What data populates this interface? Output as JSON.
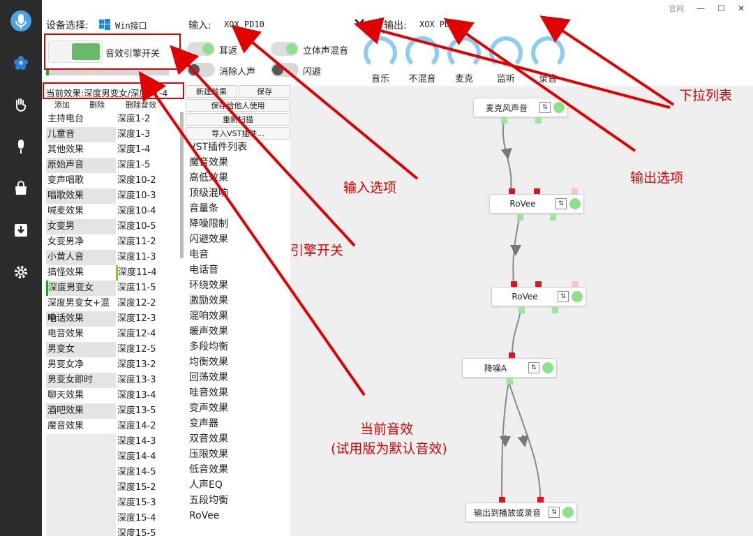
{
  "window": {
    "official_label": "官网",
    "minimize": "—",
    "maximize": "☐",
    "close": "✕"
  },
  "device": {
    "label": "设备选择:",
    "value": "Win接口"
  },
  "input": {
    "label": "输入:",
    "value": "XOX PD10"
  },
  "output": {
    "label": "输出:",
    "value": "XOX PD10"
  },
  "engine": {
    "label": "音效引擎开关"
  },
  "toggles": {
    "monitor": "耳返",
    "stereo_mix": "立体声混音",
    "remove_vocal": "消除人声",
    "ducking": "闪避"
  },
  "dials": [
    "音乐",
    "不混音",
    "麦克",
    "监听",
    "录音"
  ],
  "current": {
    "label": "当前效果:深度男变女/深度11-4"
  },
  "preset_buttons": {
    "add": "添加",
    "delete": "删除",
    "delete_effect": "删除音效"
  },
  "effect_buttons": {
    "new_effect": "新建效果",
    "save": "保存",
    "save_for_others": "保存给他人使用",
    "rescan": "重新扫描",
    "import_vst": "导入VST插件..."
  },
  "categories": [
    "主持电台",
    "儿童音",
    "其他效果",
    "原始声音",
    "变声唱歌",
    "唱歌效果",
    "喊麦效果",
    "女变男",
    "女变男净",
    "小黄人音",
    "搞怪效果",
    "深度男变女",
    "深度男变女+混响",
    "电话效果",
    "电音效果",
    "男变女",
    "男变女净",
    "男变女即时",
    "聊天效果",
    "酒吧效果",
    "魔音效果"
  ],
  "presets": [
    "深度1-2",
    "深度1-3",
    "深度1-4",
    "深度1-5",
    "深度10-2",
    "深度10-3",
    "深度10-4",
    "深度10-5",
    "深度11-2",
    "深度11-3",
    "深度11-4",
    "深度11-5",
    "深度12-2",
    "深度12-3",
    "深度12-4",
    "深度12-5",
    "深度13-2",
    "深度13-3",
    "深度13-4",
    "深度13-5",
    "深度14-2",
    "深度14-3",
    "深度14-4",
    "深度14-5",
    "深度15-2",
    "深度15-3",
    "深度15-4",
    "深度15-5"
  ],
  "effects": [
    "VST插件列表",
    "魔音效果",
    "高低效果",
    "顶级混响",
    "音量条",
    "降噪限制",
    "闪避效果",
    "电音",
    "电话音",
    "环绕效果",
    "激励效果",
    "混响效果",
    "暖声效果",
    "多段均衡",
    "均衡效果",
    "回荡效果",
    "哇音效果",
    "变声效果",
    "变声器",
    "双音效果",
    "压限效果",
    "低音效果",
    "人声EQ",
    "五段均衡",
    "RoVee"
  ],
  "nodes": {
    "mic": "麦克风声音",
    "rovee1": "RoVee",
    "rovee2": "RoVee",
    "denoise": "降噪A",
    "out": "输出到播放或录音",
    "settings_glyph": "⇅"
  },
  "annotations": {
    "dropdown": "下拉列表",
    "output_opt": "输出选项",
    "input_opt": "输入选项",
    "engine_switch": "引擎开关",
    "current_effect_1": "当前音效",
    "current_effect_2": "(试用版为默认音效)"
  },
  "colors": {
    "accent_green": "#6ab86a",
    "dial_blue": "#8ccbf2",
    "annotation_red": "#e00000",
    "port_red": "#e0141e"
  }
}
